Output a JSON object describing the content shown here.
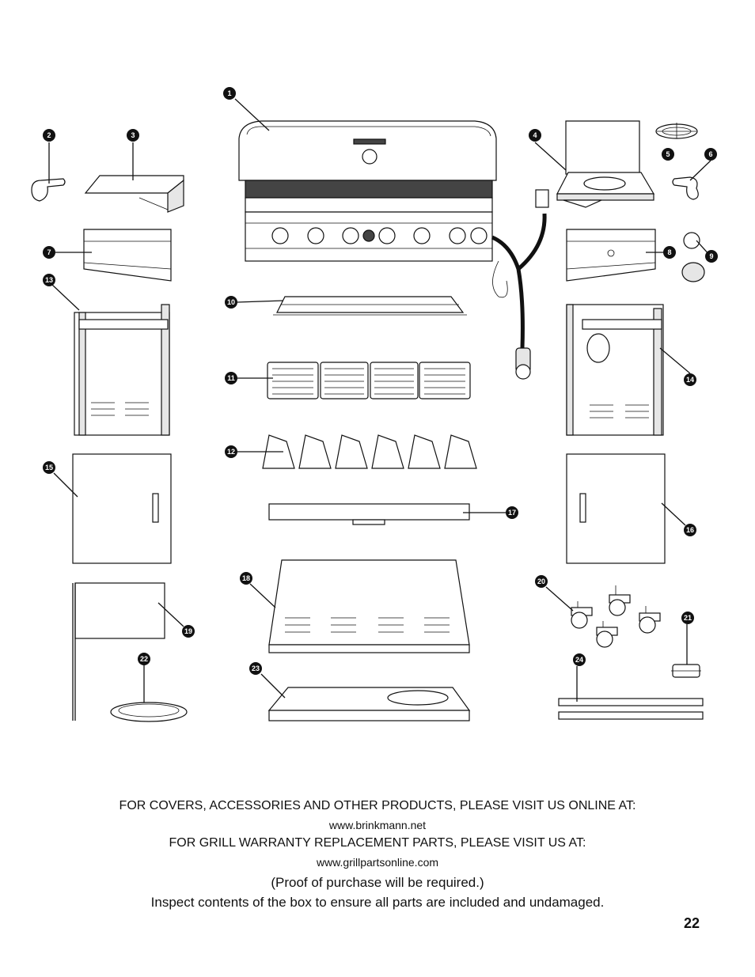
{
  "footer": {
    "line1": "FOR COVERS, ACCESSORIES AND OTHER PRODUCTS, PLEASE VISIT US ONLINE AT:",
    "url1": "www.brinkmann.net",
    "line2": "FOR GRILL WARRANTY REPLACEMENT PARTS, PLEASE VISIT US AT:",
    "url2": "www.grillpartsonline.com",
    "proof": "(Proof of purchase will be required.)",
    "inspect": "Inspect contents of the box to ensure all parts are included and undamaged."
  },
  "page_number": "22",
  "callouts": [
    "1",
    "2",
    "3",
    "4",
    "5",
    "6",
    "7",
    "8",
    "9",
    "10",
    "11",
    "12",
    "13",
    "14",
    "15",
    "16",
    "17",
    "18",
    "19",
    "20",
    "21",
    "22",
    "23",
    "24"
  ]
}
